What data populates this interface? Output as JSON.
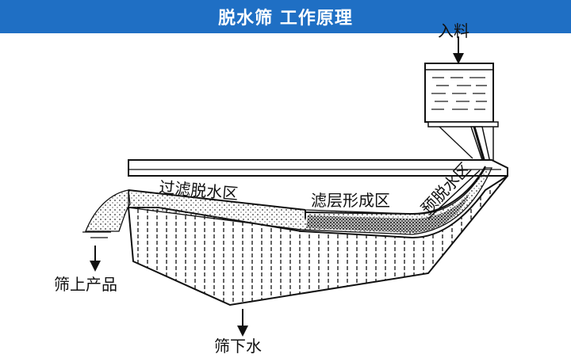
{
  "title": "脱水筛 工作原理",
  "labels": {
    "feed": "入料",
    "filter_dewatering": "过滤脱水区",
    "layer_forming": "滤层形成区",
    "pre_dewatering": "预脱水区",
    "oversize_product": "筛上产品",
    "undersize_water": "筛下水"
  },
  "colors": {
    "title_bar": "#1f6fc4",
    "title_text": "#ffffff",
    "line": "#111111"
  }
}
